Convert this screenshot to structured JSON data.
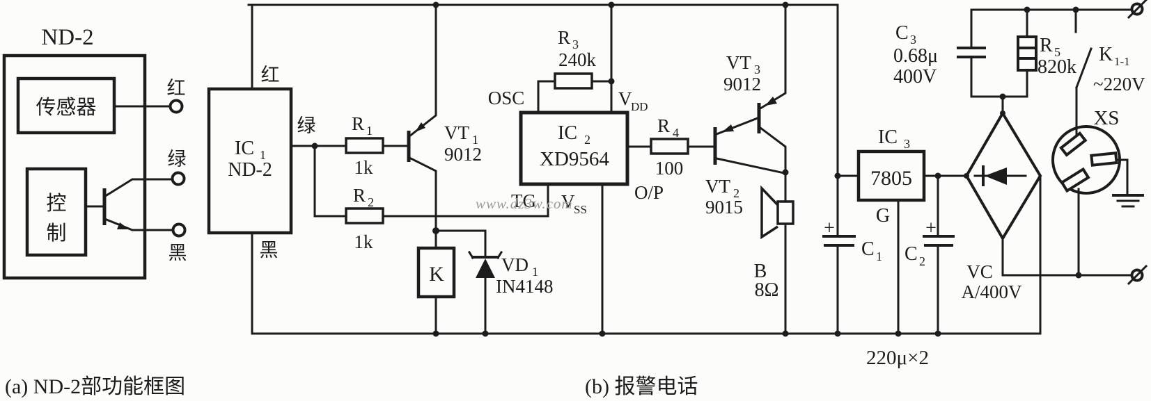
{
  "captions": {
    "a": "(a) ND-2部功能框图",
    "b": "(b) 报警电话"
  },
  "watermark": "www.dz3w.com",
  "block": {
    "title": "ND-2",
    "sensor": "传感器",
    "control_1": "控",
    "control_2": "制",
    "red": "红",
    "green": "绿",
    "black": "黑"
  },
  "circuit": {
    "ic1": {
      "ref": "IC",
      "sub": "1",
      "part": "ND-2",
      "red": "红",
      "green": "绿",
      "black": "黑"
    },
    "r1": {
      "ref": "R",
      "sub": "1",
      "value": "1k"
    },
    "r2": {
      "ref": "R",
      "sub": "2",
      "value": "1k"
    },
    "r3": {
      "ref": "R",
      "sub": "3",
      "value": "240k"
    },
    "r4": {
      "ref": "R",
      "sub": "4",
      "value": "100"
    },
    "r5": {
      "ref": "R",
      "sub": "5",
      "value": "820k"
    },
    "vt1": {
      "ref": "VT",
      "sub": "1",
      "part": "9012"
    },
    "vt2": {
      "ref": "VT",
      "sub": "2",
      "part": "9015"
    },
    "vt3": {
      "ref": "VT",
      "sub": "3",
      "part": "9012"
    },
    "vd1": {
      "ref": "VD",
      "sub": "1",
      "part": "IN4148"
    },
    "ic2": {
      "ref": "IC",
      "sub": "2",
      "part": "XD9564",
      "osc": "OSC",
      "vdd": "V",
      "vdd_sub": "DD",
      "tg": "TG",
      "vss": "V",
      "vss_sub": "SS",
      "op": "O/P"
    },
    "ic3": {
      "ref": "IC",
      "sub": "3",
      "part": "7805",
      "gnd": "G"
    },
    "relay": "K",
    "c1": {
      "ref": "C",
      "sub": "1",
      "plus": "+"
    },
    "c2": {
      "ref": "C",
      "sub": "2",
      "plus": "+"
    },
    "c12_value": "220μ×2",
    "c3": {
      "ref": "C",
      "sub": "3",
      "value": "0.68μ",
      "voltage": "400V"
    },
    "speaker": {
      "ref": "B",
      "value": "8Ω"
    },
    "bridge": {
      "ref": "VC",
      "rating": "A/400V"
    },
    "k11": {
      "ref": "K",
      "sub": "1-1"
    },
    "socket": "XS",
    "mains": "~220V"
  }
}
